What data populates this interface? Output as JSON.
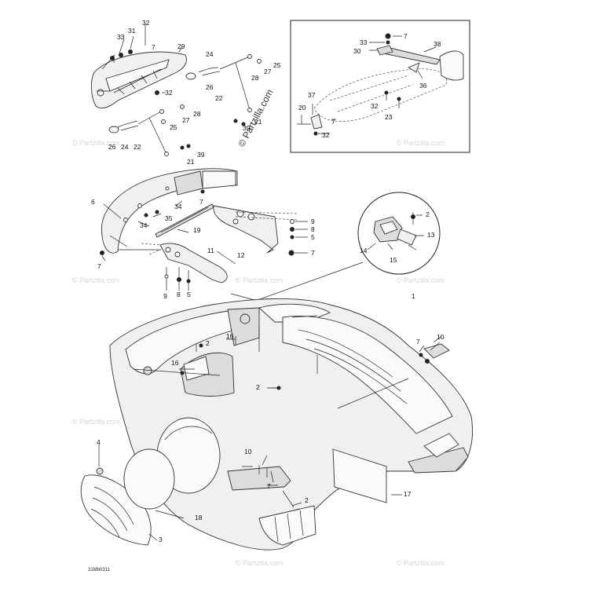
{
  "diagram": {
    "drawing_code": "31Mb0311",
    "watermark_text": "© Partzilla.com",
    "callouts": {
      "c32a": "32",
      "c33a": "33",
      "c31": "31",
      "c7a": "7",
      "c29": "29",
      "c32b": "32",
      "c26a": "26",
      "c24a": "24",
      "c22a": "22",
      "c25a": "25",
      "c27a": "27",
      "c28a": "28",
      "c39a": "39",
      "c21a": "21",
      "c24b": "24",
      "c25b": "25",
      "c27b": "27",
      "c28b": "28",
      "c26b": "26",
      "c22b": "22",
      "c21b": "21",
      "c39b": "39",
      "c33b": "33",
      "c7b": "7",
      "c30": "30",
      "c38": "38",
      "c36": "36",
      "c37": "37",
      "c20": "20",
      "c7c": "7",
      "c32c": "32",
      "c32d": "32",
      "c23": "23",
      "c6": "6",
      "c34a": "34",
      "c35": "35",
      "c34b": "34",
      "c7d": "7",
      "c7e": "7",
      "c19": "19",
      "c9a": "9",
      "c8a": "8",
      "c5a": "5",
      "c7f": "7",
      "c12": "12",
      "c11": "11",
      "c9b": "9",
      "c8b": "8",
      "c5b": "5",
      "c2a": "2",
      "c13": "13",
      "c14": "14",
      "c15": "15",
      "c1": "1",
      "c16a": "16",
      "c2b": "2",
      "c16b": "16",
      "c2c": "2",
      "c7g": "7",
      "c10a": "10",
      "c4": "4",
      "c10b": "10",
      "c7h": "7",
      "c2d": "2",
      "c17": "17",
      "c18": "18",
      "c3": "3"
    }
  }
}
